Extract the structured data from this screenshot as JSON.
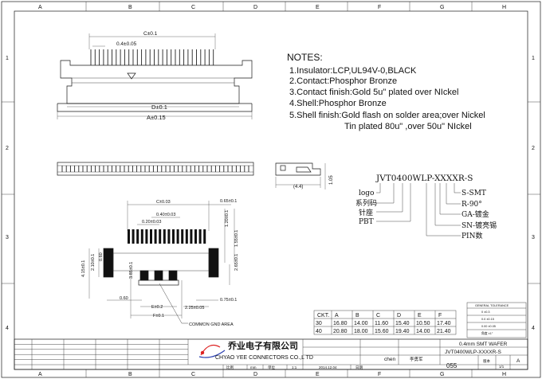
{
  "border": {
    "columns": [
      "A",
      "B",
      "C",
      "D",
      "E",
      "F",
      "G",
      "H"
    ],
    "rows": [
      "1",
      "2",
      "3",
      "4"
    ]
  },
  "notes": {
    "title": "NOTES:",
    "lines": [
      "1.Insulator:LCP,UL94V-0,BLACK",
      "2.Contact:Phosphor Bronze",
      "3.Contact finish:Gold 5u\" plated over NIckel",
      "4.Shell:Phosphor Bronze",
      "5.Shell finish:Gold flash on solder area;over Nickel",
      "Tin plated 80u\" ,over 50u\" NIckel"
    ]
  },
  "top_view": {
    "dim_c": "C±0.1",
    "dim_pitch": "0.4±0.05",
    "dim_d": "D±0.1",
    "dim_a": "A±0.15"
  },
  "side_view": {
    "dim_w": "(4.4)",
    "dim_h": "1.05"
  },
  "part_code": {
    "code": "JVT0400WLP-XXXXR-S",
    "labels_left": [
      "logo",
      "系列码",
      "针座",
      "PBT"
    ],
    "labels_right": [
      "S-SMT",
      "R-90°",
      "GA-镀金",
      "SN-镀亮锡",
      "PIN数"
    ]
  },
  "footprint": {
    "dims": [
      "C±0.03",
      "0.65±0.1",
      "0.40±0.03",
      "0.20±0.03",
      "1.20±0.1",
      "1.55±0.1",
      "2.10±0.1",
      "4.15±0.1",
      "0.60",
      "0.60",
      "3.85±0.1",
      "2.65±0.1",
      "0.60",
      "0.75±0.1",
      "E±0.2",
      "2.25±0.05",
      "F±0.1"
    ],
    "callout": "COMMON GND AREA"
  },
  "ckt_table": {
    "headers": [
      "CKT.",
      "A",
      "B",
      "C",
      "D",
      "E",
      "F"
    ],
    "rows": [
      [
        "30",
        "16.80",
        "14.00",
        "11.60",
        "15.40",
        "10.50",
        "17.40"
      ],
      [
        "40",
        "20.80",
        "18.00",
        "15.60",
        "19.40",
        "14.00",
        "21.40"
      ]
    ]
  },
  "tolerance": {
    "title": "GENERAL TOLERANCE",
    "rows": [
      "0  ±0.3",
      "0.0  ±0.15",
      "0.00  ±0.05",
      "角度  ±1°"
    ]
  },
  "title_block": {
    "company_cn": "乔业电子有限公司",
    "company_en": "CHYAO YEE CONNECTORS CO.,L TD",
    "product": "0.4mm SMT WAFER",
    "part_no": "JVT0400WLP-XXXXR-S",
    "drawn_by": "chen",
    "checked_by": "李勇军",
    "scale_label": "比例",
    "unit_label": "单位",
    "unit": "mm",
    "date_label": "日期",
    "ratio": "1:1",
    "date": "2014.12.04",
    "drawing_no": "055",
    "rev_label": "版本",
    "rev": "A",
    "sheet_label": "1/1"
  }
}
